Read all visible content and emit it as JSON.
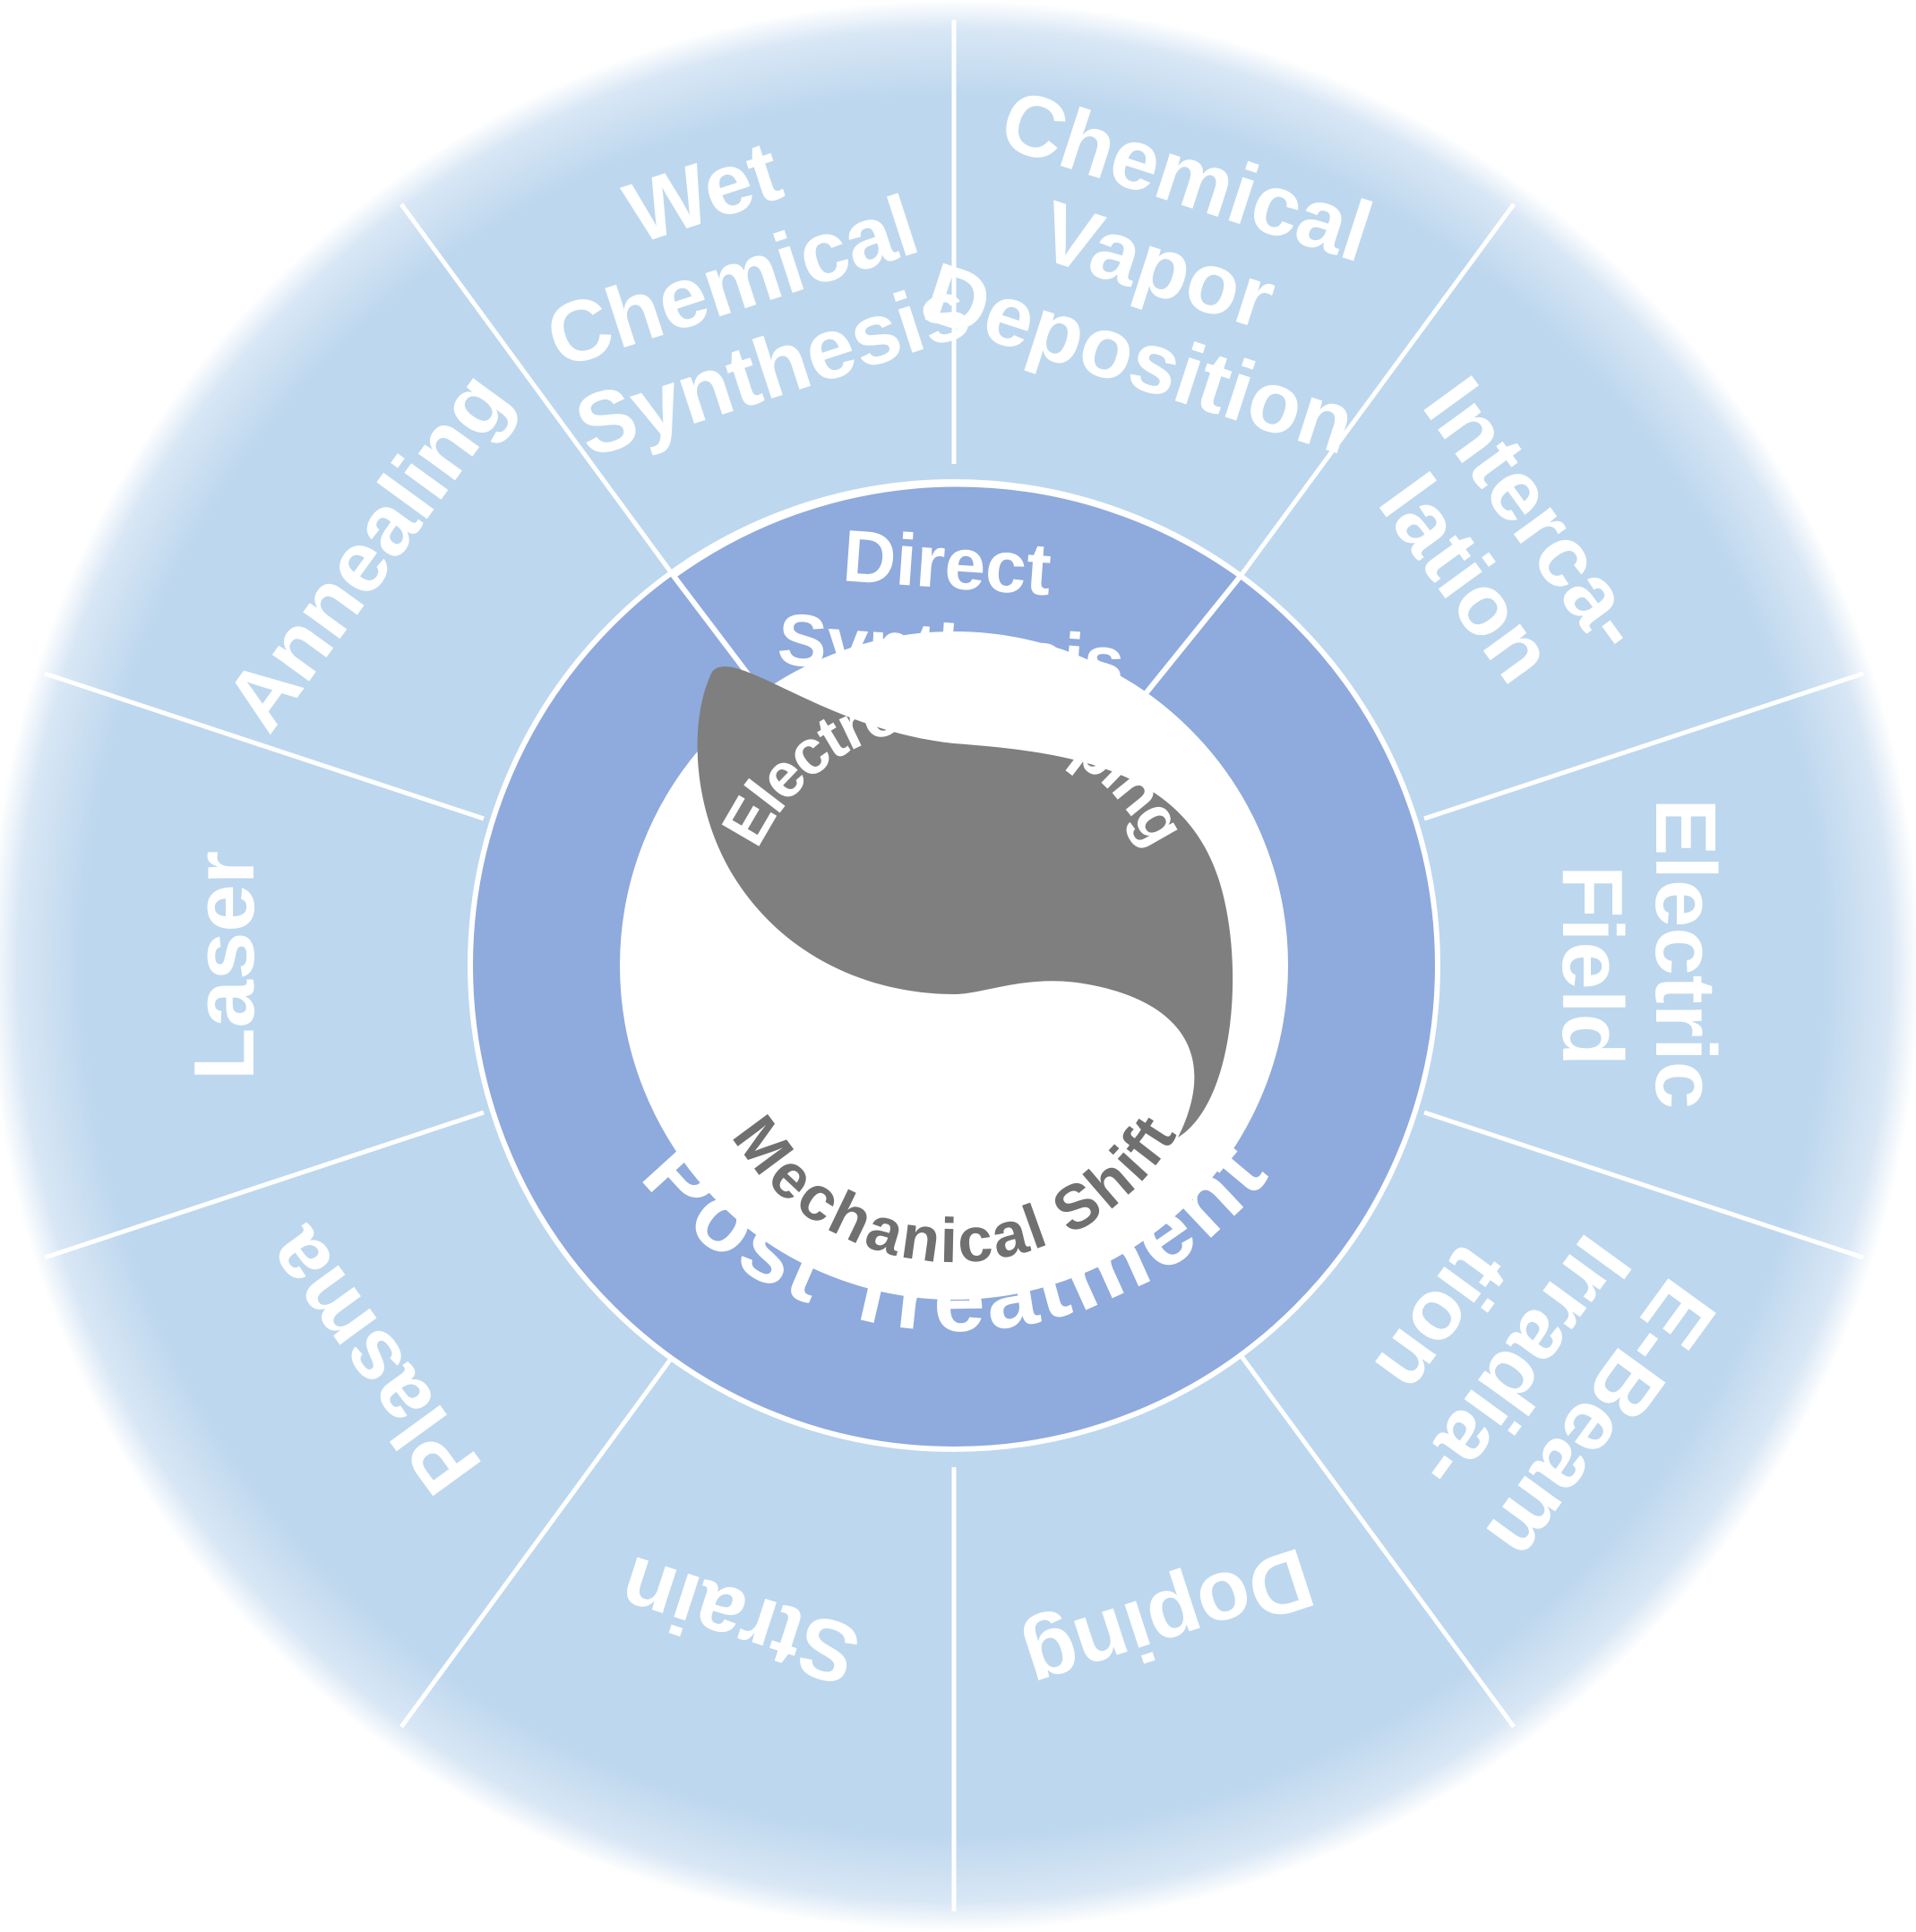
{
  "outer_ring": {
    "wet_chemical_synthesis": [
      "Wet",
      "Chemical",
      "Synthesis"
    ],
    "chemical_vapor_deposition": [
      "Chemical",
      "Vapor",
      "Deposition"
    ],
    "intercalation": [
      "Interca-",
      "lation"
    ],
    "electric_field": [
      "Electric",
      "Field"
    ],
    "e_beam_irradiation": [
      "E-Beam",
      "Irradia-",
      "tion"
    ],
    "doping": [
      "Doping"
    ],
    "strain": [
      "Strain"
    ],
    "plasma": [
      "Plasma"
    ],
    "laser": [
      "Laser"
    ],
    "annealing": [
      "Annealing"
    ]
  },
  "middle_ring": {
    "direct_synthesis": [
      "Direct",
      "Synthesis"
    ],
    "post_treatment": "Post Treatment"
  },
  "core": {
    "top": "Electronic Doping",
    "bottom": "Mechanical Shift"
  },
  "colors": {
    "outer_fill": "#bdd7ee",
    "outer_glow": "#d6e5f4",
    "middle_fill": "#8faadc",
    "core_dark": "#7f7f7f",
    "core_light": "#ffffff",
    "divider": "#ffffff"
  }
}
